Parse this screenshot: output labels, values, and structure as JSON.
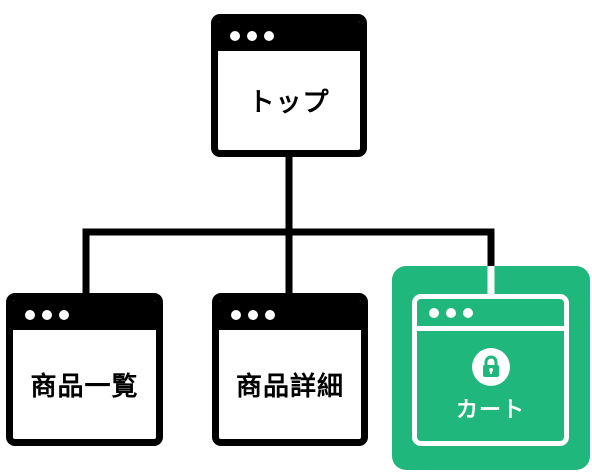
{
  "diagram": {
    "nodes": {
      "top": {
        "label": "トップ"
      },
      "product_list": {
        "label": "商品一覧"
      },
      "product_detail": {
        "label": "商品詳細"
      },
      "cart": {
        "label": "カート",
        "icon": "lock-icon",
        "secure": true
      }
    },
    "edges": [
      {
        "from": "top",
        "to": "product_list"
      },
      {
        "from": "top",
        "to": "product_detail"
      },
      {
        "from": "top",
        "to": "cart"
      }
    ]
  },
  "colors": {
    "line": "#000000",
    "window_frame": "#000000",
    "secure_accent": "#1fb77b",
    "background": "#ffffff"
  }
}
